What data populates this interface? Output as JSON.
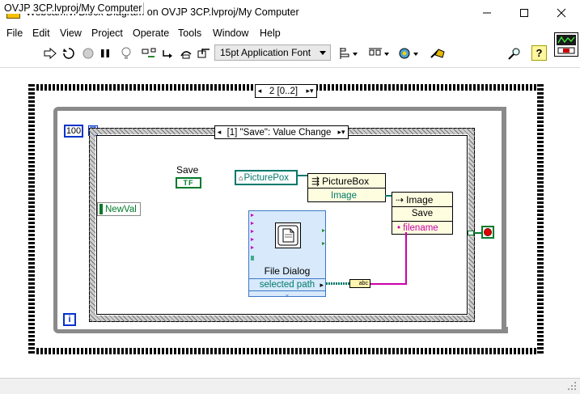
{
  "window": {
    "title": "Webcam.vi Block Diagram on OVJP 3CP.lvproj/My Computer"
  },
  "menu": [
    "File",
    "Edit",
    "View",
    "Project",
    "Operate",
    "Tools",
    "Window",
    "Help"
  ],
  "toolbar": {
    "font": "15pt Application Font",
    "icons": [
      "run-arrow-icon",
      "run-continuous-icon",
      "abort-icon",
      "pause-icon",
      "highlight-execution-icon",
      "retain-wire-values-icon",
      "step-into-icon",
      "step-over-icon",
      "step-out-icon",
      "align-icon",
      "distribute-icon",
      "reorder-icon",
      "cleanup-icon",
      "search-icon",
      "help-icon"
    ]
  },
  "diagram": {
    "sequence_selector": "2 [0..2]",
    "loop_count": "100",
    "loop_index": "i",
    "event_selector": "[1] \"Save\": Value Change",
    "save_label": "Save",
    "save_terminal": "TF",
    "newval": "NewVal",
    "picturebox_ref": "PicturePox",
    "property_node": {
      "class": "PictureBox",
      "property": "Image"
    },
    "invoke_node": {
      "class": "Image",
      "method": "Save",
      "param": "filename"
    },
    "file_dialog": {
      "title": "File Dialog",
      "output": "selected path"
    },
    "path_to_string": "abc"
  },
  "colors": {
    "blue_wire": "#0033cc",
    "refnum_wire": "#00796b",
    "string_wire": "#cc00aa",
    "boolean_wire": "#007a2a",
    "express_vi": "#d7e9fb"
  },
  "status": {
    "context": "OVJP 3CP.lvproj/My Computer"
  }
}
